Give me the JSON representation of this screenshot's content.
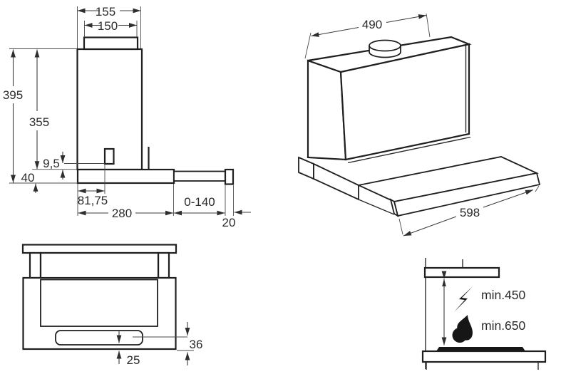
{
  "drawing": {
    "type": "cooker-hood-installation-diagram",
    "views": {
      "side_view": "side-elevation-with-dimensions",
      "perspective_view": "3d-perspective",
      "front_view": "front-elevation",
      "clearance_view": "mounting-clearance"
    }
  },
  "side_view": {
    "top_width": "155",
    "duct_width": "150",
    "total_height": "395",
    "body_height": "355",
    "outlet_gap": "9,5",
    "base_height": "40",
    "outlet_offset": "81,75",
    "body_depth": "280",
    "pullout_range": "0-140",
    "front_lip": "20"
  },
  "perspective_view": {
    "depth": "490",
    "front_width": "598"
  },
  "front_view": {
    "visor_height": "36",
    "strip_inset": "25"
  },
  "clearance_view": {
    "electric_min": "min.450",
    "gas_min": "min.650",
    "electric_icon": "lightning-icon",
    "gas_icon": "flame-icon"
  },
  "colors": {
    "object_line": "#1f1f1f",
    "dimension_line": "#3d3d3d",
    "text": "#2b2b2b",
    "background": "#ffffff",
    "icon_fill": "#161616"
  }
}
